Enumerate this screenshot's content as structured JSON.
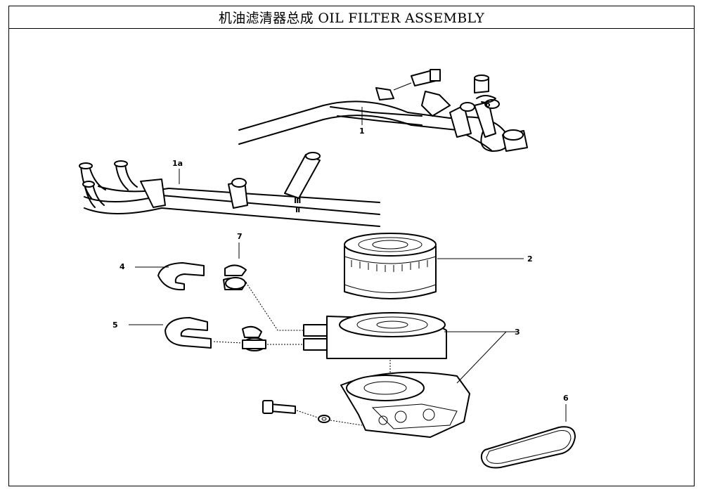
{
  "title": "机油滤清器总成 OIL FILTER ASSEMBLY",
  "callouts": {
    "c1": "1",
    "c1a": "1a",
    "c2": "2",
    "c3": "3",
    "c4": "4",
    "c5": "5",
    "c6": "6",
    "c6b": "6",
    "c7": "7"
  },
  "markers": {
    "m1": "Ⅲ",
    "m2": "Ⅱ"
  }
}
